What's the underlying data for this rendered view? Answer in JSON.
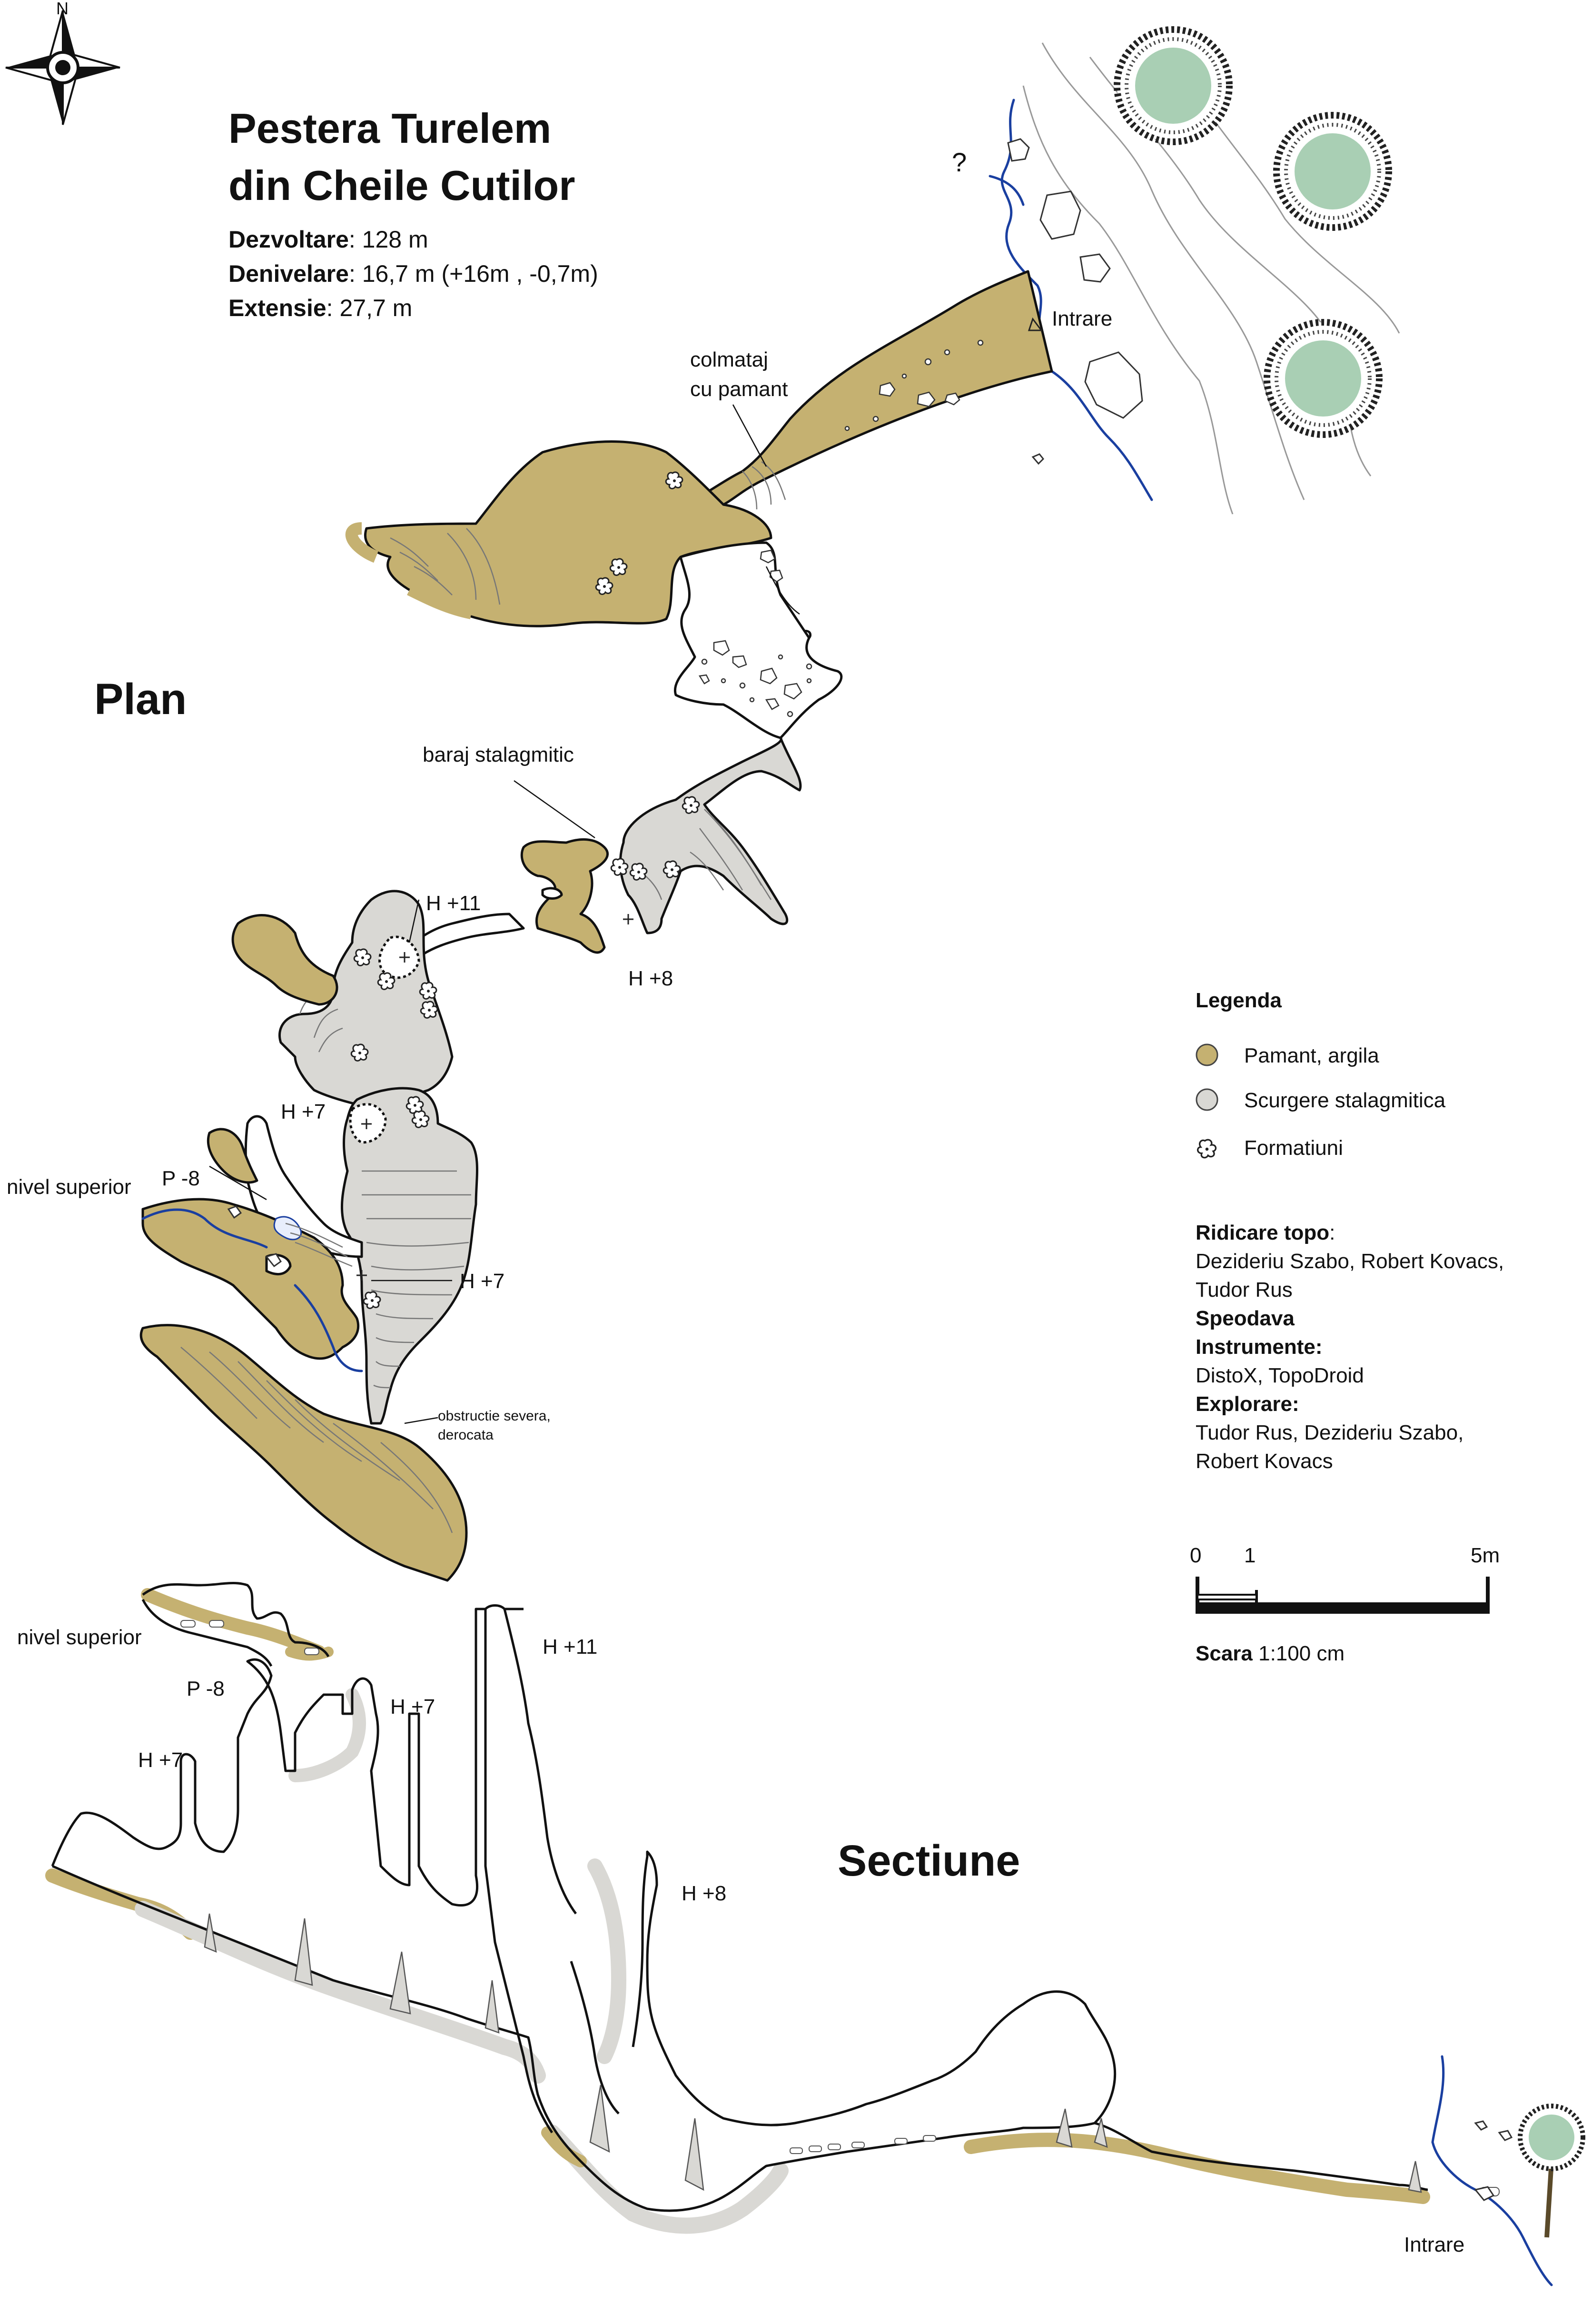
{
  "title_line1": "Pestera Turelem",
  "title_line2": "din Cheile Cutilor",
  "stats": [
    {
      "key": "Dezvoltare",
      "value": ": 128 m"
    },
    {
      "key": "Denivelare",
      "value": ": 16,7 m (+16m , -0,7m)"
    },
    {
      "key": "Extensie",
      "value": ": 27,7 m"
    }
  ],
  "compass_letter": "N",
  "plan_label": "Plan",
  "section_label": "Sectiune",
  "plan_annotations": {
    "question_1": "?",
    "question_2": "?",
    "entrance": "Intrare",
    "colmataj_1": "colmataj",
    "colmataj_2": "cu pamant",
    "baraj": "baraj stalagmitic",
    "h11": "H +11",
    "h8": "H +8",
    "h7_a": "H +7",
    "h7_b": "H +7",
    "p8": "P -8",
    "nivel": "nivel superior",
    "obstructie_1": "obstructie severa,",
    "obstructie_2": "derocata"
  },
  "section_annotations": {
    "nivel": "nivel superior",
    "p8": "P -8",
    "h7_a": "H +7",
    "h7_b": "H +7",
    "h11": "H +11",
    "h8": "H +8",
    "entrance": "Intrare"
  },
  "legend": {
    "title": "Legenda",
    "items": [
      {
        "label": "Pamant, argila",
        "color": "#c5b171"
      },
      {
        "label": "Scurgere stalagmitica",
        "color": "#d9d8d4"
      },
      {
        "label": "Formatiuni",
        "icon": "formation-icon"
      }
    ]
  },
  "credits": {
    "topo_title": "Ridicare topo",
    "topo_colon": ":",
    "topo_line1": "Dezideriu Szabo, Robert Kovacs,",
    "topo_line2": "Tudor Rus",
    "club": "Speodava",
    "instr_title": "Instrumente:",
    "instr_value": "DistoX, TopoDroid",
    "explor_title": "Explorare:",
    "explor_line1": "Tudor Rus, Dezideriu Szabo,",
    "explor_line2": "Robert Kovacs"
  },
  "scale": {
    "tick_0": "0",
    "tick_1": "1",
    "tick_5": "5m",
    "label_bold": "Scara",
    "label_value": " 1:100 cm"
  },
  "colors": {
    "clay": "#c5b171",
    "flowstone": "#d9d8d4",
    "water": "#1a3fa0",
    "tree": "#a9cfb4"
  }
}
